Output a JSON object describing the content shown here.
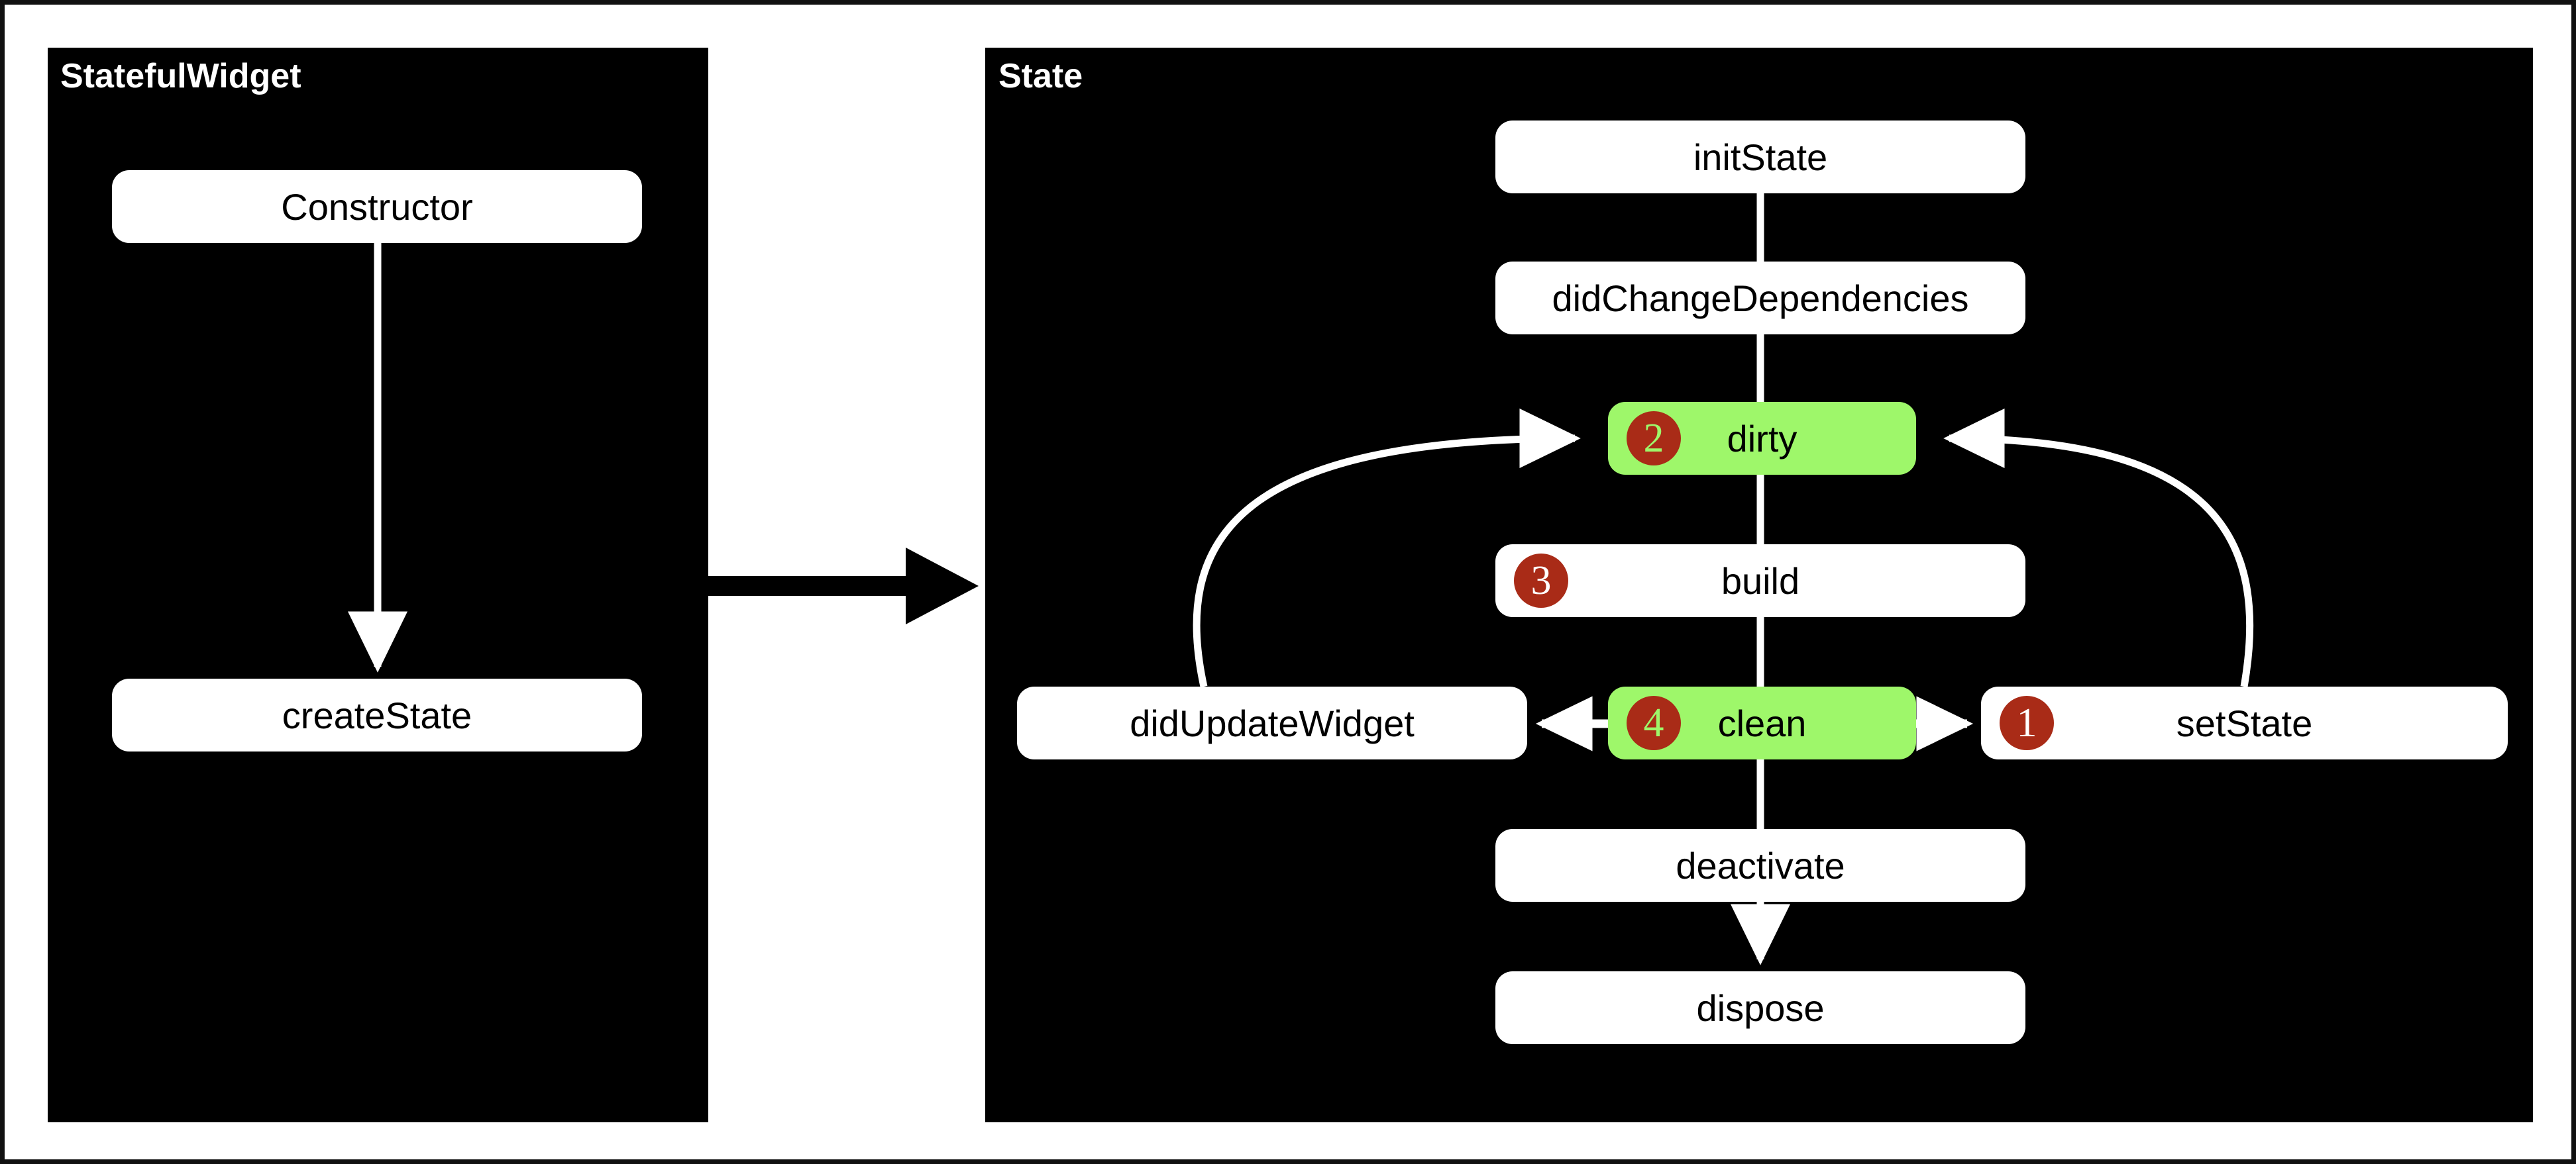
{
  "diagram": {
    "title_hidden": "",
    "panels": [
      {
        "id": "stateful",
        "label": "StatefulWidget"
      },
      {
        "id": "state",
        "label": "State"
      }
    ],
    "colors": {
      "panel_background": "#000000",
      "page_background": "#ffffff",
      "node_default": "#ffffff",
      "node_highlight": "#9ef76a",
      "badge": "#a92b17",
      "edge_light": "#ffffff",
      "edge_dark": "#000000",
      "border": "#111111"
    },
    "nodes": [
      {
        "id": "constructor",
        "label": "Constructor",
        "panel": "stateful",
        "style": "white",
        "badge": ""
      },
      {
        "id": "create-state",
        "label": "createState",
        "panel": "stateful",
        "style": "white",
        "badge": ""
      },
      {
        "id": "init-state",
        "label": "initState",
        "panel": "state",
        "style": "white",
        "badge": ""
      },
      {
        "id": "did-change-dependencies",
        "label": "didChangeDependencies",
        "panel": "state",
        "style": "white",
        "badge": ""
      },
      {
        "id": "dirty",
        "label": "dirty",
        "panel": "state",
        "style": "green",
        "badge": "2"
      },
      {
        "id": "build",
        "label": "build",
        "panel": "state",
        "style": "white",
        "badge": "3"
      },
      {
        "id": "did-update-widget",
        "label": "didUpdateWidget",
        "panel": "state",
        "style": "white",
        "badge": ""
      },
      {
        "id": "clean",
        "label": "clean",
        "panel": "state",
        "style": "green",
        "badge": "4"
      },
      {
        "id": "set-state",
        "label": "setState",
        "panel": "state",
        "style": "white",
        "badge": "1"
      },
      {
        "id": "deactivate",
        "label": "deactivate",
        "panel": "state",
        "style": "white",
        "badge": ""
      },
      {
        "id": "dispose",
        "label": "dispose",
        "panel": "state",
        "style": "white",
        "badge": ""
      }
    ],
    "edges": [
      {
        "from": "constructor",
        "to": "create-state",
        "kind": "arrow-down",
        "color": "#ffffff"
      },
      {
        "from": "stateful-panel",
        "to": "state-panel",
        "kind": "arrow-right",
        "color": "#000000"
      },
      {
        "from": "init-state",
        "to": "did-change-dependencies",
        "kind": "line-down",
        "color": "#ffffff"
      },
      {
        "from": "did-change-dependencies",
        "to": "dirty",
        "kind": "line-down",
        "color": "#ffffff"
      },
      {
        "from": "dirty",
        "to": "build",
        "kind": "line-down",
        "color": "#ffffff"
      },
      {
        "from": "build",
        "to": "clean",
        "kind": "line-down",
        "color": "#ffffff"
      },
      {
        "from": "clean",
        "to": "did-update-widget",
        "kind": "arrow-left",
        "color": "#ffffff"
      },
      {
        "from": "clean",
        "to": "set-state",
        "kind": "arrow-right",
        "color": "#ffffff"
      },
      {
        "from": "clean",
        "to": "deactivate",
        "kind": "line-down",
        "color": "#ffffff"
      },
      {
        "from": "deactivate",
        "to": "dispose",
        "kind": "arrow-down",
        "color": "#ffffff"
      },
      {
        "from": "did-update-widget",
        "to": "dirty",
        "kind": "curve-arrow",
        "color": "#ffffff"
      },
      {
        "from": "set-state",
        "to": "dirty",
        "kind": "curve-arrow",
        "color": "#ffffff"
      }
    ]
  }
}
